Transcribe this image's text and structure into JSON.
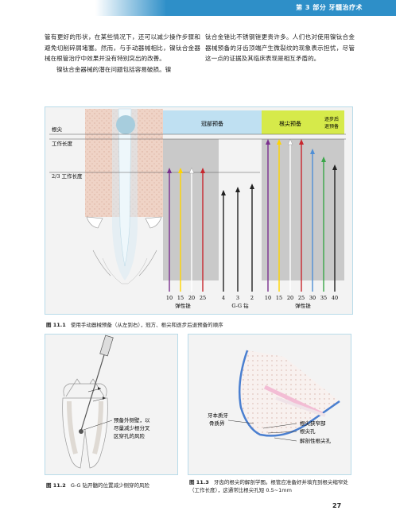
{
  "header": {
    "text": "第 3 部分  牙髓治疗术",
    "color": "#2e8fc8"
  },
  "body_text": {
    "left_p1": "管有更好的形状，在某些情况下，还可以减少操作步骤和避免切削碎屑堵塞。然而，与手动器械相比，镍钛合金器械在根管治疗中效果并没有特别突出的改善。",
    "left_p2": "镍钛合金器械的潜在问题包括容易破损。镍",
    "right_p1": "钛合金锉比不锈钢锉更贵许多。人们也对使用镍钛合金器械预备的牙齿顶端产生微裂纹的现象表示担忧，尽管这一点的证据及其临床表现是相互矛盾的。"
  },
  "figure1": {
    "tooth_labels": {
      "apex": "根尖",
      "working_length": "工作长度",
      "two_thirds": "2/3 工作长度"
    },
    "zones": {
      "coronal": "冠部预备",
      "apical": "根尖预备",
      "stepback": "逐步后退预备"
    },
    "zone_colors": {
      "coronal": "#bfe0f2",
      "apical": "#d6ea4a",
      "stepback": "#d6ea4a"
    },
    "groups": {
      "flexible_left": "弹性锉",
      "gates_glidden": "G-G 钻",
      "flexible_right": "弹性锉"
    },
    "left_sizes": [
      "10",
      "15",
      "20",
      "25"
    ],
    "gg_sizes": [
      "4",
      "3",
      "2"
    ],
    "right_sizes": [
      "10",
      "15",
      "20",
      "25",
      "30",
      "35",
      "40"
    ],
    "left_colors": [
      "#7b2f8e",
      "#ffd400",
      "#ffffff",
      "#c8262d"
    ],
    "right_colors": [
      "#7b2f8e",
      "#ffd400",
      "#ffffff",
      "#c8262d",
      "#4f8fd6",
      "#3aa648",
      "#222222"
    ],
    "caption_num": "图 11.1",
    "caption": "使用手动器械预备（从左到右），冠方、根尖和逐步后退预备的顺序"
  },
  "figure2": {
    "label": "预备外侧壁，以尽量减少根分叉区穿孔的风险",
    "label_lines": [
      "预备外侧壁，以",
      "尽量减少根分叉",
      "区穿孔的风险"
    ],
    "caption_num": "图 11.2",
    "caption": "G-G 钻开髓的位置减少侧穿的风险"
  },
  "figure3": {
    "labels": {
      "cej": "牙本质牙骨质界",
      "cej_line1": "牙本质牙",
      "cej_line2": "骨质界",
      "constriction": "根尖狭窄部",
      "apical_foramen": "根尖孔",
      "anatomic_apex": "解剖性根尖孔"
    },
    "caption_num": "图 11.3",
    "caption": "牙齿的根尖的解剖学图。根管应准备好并填充到根尖缩窄处（工作长度），这通常比根尖孔短 0.5~1mm"
  },
  "page_number": "27"
}
